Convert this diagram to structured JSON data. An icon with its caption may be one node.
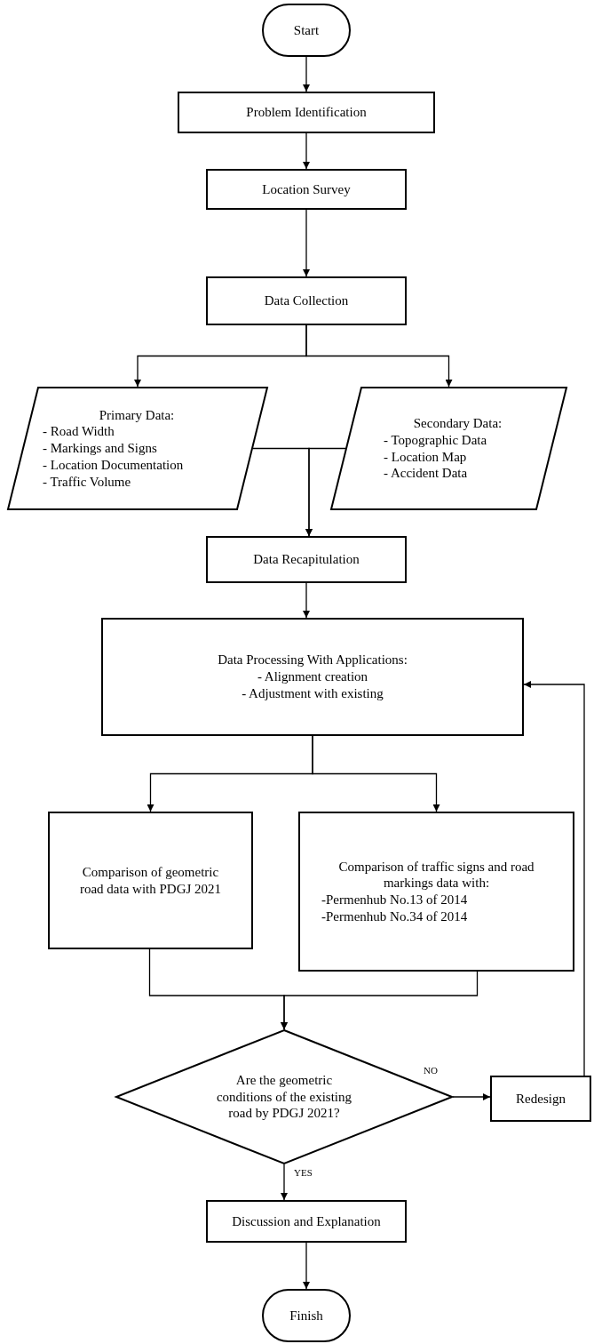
{
  "diagram": {
    "nodes": [
      {
        "text": [
          "Start"
        ]
      },
      {
        "text": [
          "Problem Identification"
        ]
      },
      {
        "text": [
          "Location Survey"
        ]
      },
      {
        "text": [
          "Data Collection"
        ]
      },
      {
        "text": [
          "Primary Data:",
          "- Road Width",
          "- Markings and Signs",
          "- Location Documentation",
          "- Traffic Volume"
        ]
      },
      {
        "text": [
          "Secondary Data:",
          "- Topographic Data",
          "- Location Map",
          "- Accident Data"
        ]
      },
      {
        "text": [
          "Data Recapitulation"
        ]
      },
      {
        "text": [
          "Data Processing With Applications:",
          "- Alignment creation",
          "- Adjustment with existing"
        ]
      },
      {
        "text": [
          "Comparison of geometric road data with PDGJ 2021"
        ]
      },
      {
        "text": [
          "Comparison of traffic signs and road markings data with:",
          "-Permenhub No.13 of 2014",
          "-Permenhub No.34 of 2014"
        ]
      },
      {
        "text": [
          "Are the geometric conditions of the existing road by PDGJ 2021?"
        ]
      },
      {
        "text": [
          "Redesign"
        ]
      },
      {
        "text": [
          "Discussion and Explanation"
        ]
      },
      {
        "text": [
          "Finish"
        ]
      }
    ],
    "edges": [
      {
        "from": 0,
        "to": 1,
        "arrow": "to"
      },
      {
        "from": 1,
        "to": 2,
        "arrow": "to"
      },
      {
        "from": 2,
        "to": 3,
        "arrow": "to"
      },
      {
        "from": 3,
        "to": 4,
        "arrow": "to"
      },
      {
        "from": 3,
        "to": 5,
        "arrow": "to"
      },
      {
        "from": 4,
        "to": 6,
        "arrow": "to"
      },
      {
        "from": 5,
        "to": 6,
        "arrow": "to"
      },
      {
        "from": 6,
        "to": 7,
        "arrow": "to"
      },
      {
        "from": 7,
        "to": 8,
        "arrow": "to"
      },
      {
        "from": 7,
        "to": 9,
        "arrow": "to"
      },
      {
        "from": 8,
        "to": 10,
        "arrow": "to"
      },
      {
        "from": 9,
        "to": 10,
        "arrow": "to"
      },
      {
        "from": 10,
        "to": 11,
        "arrow": "to",
        "label": "NO"
      },
      {
        "from": 11,
        "to": 7,
        "arrow": "to"
      },
      {
        "from": 10,
        "to": 12,
        "arrow": "to",
        "label": "YES"
      },
      {
        "from": 12,
        "to": 13,
        "arrow": "to"
      }
    ]
  }
}
